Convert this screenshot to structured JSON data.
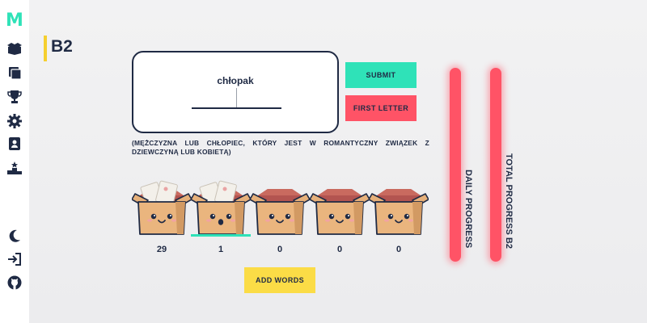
{
  "app": {
    "logo": "M"
  },
  "sidebar": {
    "icons": [
      "box-icon",
      "cards-icon",
      "trophy-icon",
      "gear-icon",
      "contact-icon",
      "podium-icon",
      "moon-icon",
      "login-icon",
      "github-icon"
    ]
  },
  "level": {
    "title": "B2"
  },
  "word": {
    "value": "chłopak"
  },
  "buttons": {
    "submit": "SUBMIT",
    "first_letter": "FIRST LETTER",
    "add_words": "ADD WORDS"
  },
  "definition": "(MĘŻCZYZNA LUB CHŁOPIEC, KTÓRY JEST W ROMANTYCZNY ZWIĄZEK Z DZIEWCZYNĄ LUB KOBIETĄ)",
  "boxes": [
    {
      "count": "29",
      "has_cards": true,
      "face": "smile"
    },
    {
      "count": "1",
      "has_cards": true,
      "face": "surprised",
      "selected": true
    },
    {
      "count": "0",
      "has_cards": false,
      "face": "smile"
    },
    {
      "count": "0",
      "has_cards": false,
      "face": "smile"
    },
    {
      "count": "0",
      "has_cards": false,
      "face": "smile"
    }
  ],
  "progress": {
    "daily_label": "DAILY PROGRESS",
    "total_label": "TOTAL PROGRESS B2"
  },
  "colors": {
    "accent": "#2fe2b8",
    "danger": "#ff5366",
    "warning": "#fbdc46",
    "navy": "#1f2a44",
    "level_bar": "#f5cf2f"
  }
}
